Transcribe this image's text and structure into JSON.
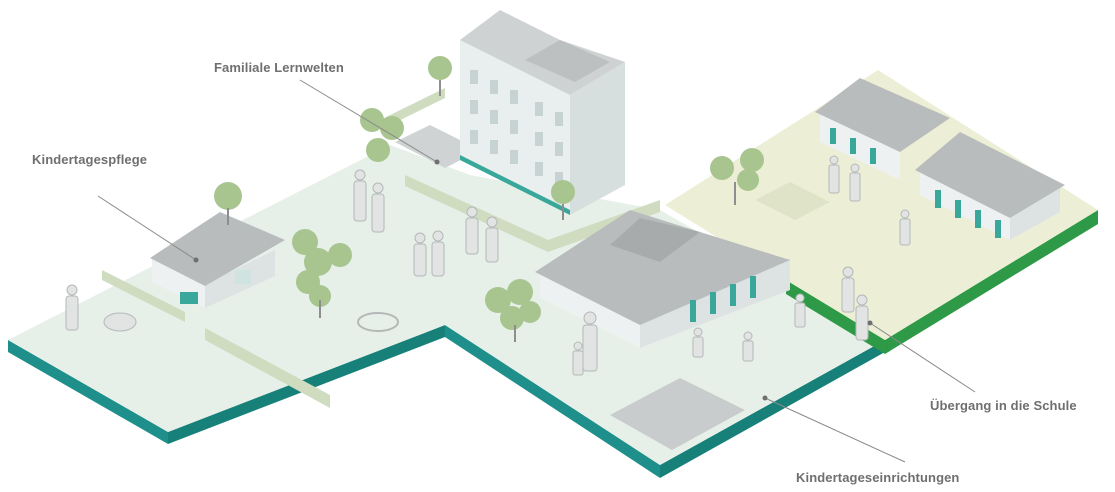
{
  "labels": {
    "familiale_lernwelten": "Familiale Lernwelten",
    "kindertagespflege": "Kindertagespflege",
    "uebergang_schule": "Übergang in die Schule",
    "kindertageseinrichtungen": "Kindertageseinrichtungen"
  },
  "colors": {
    "ground_top": "#e6f0e8",
    "ground_teal": "#1e8f8a",
    "school_ground": "#ecefd5",
    "school_edge_green": "#2e9a47",
    "building": "#f2f3f3",
    "roof": "#b9bcbd",
    "tree": "#a8c58f",
    "label_text": "#6f6f6f",
    "leader_line": "#8a8a8a"
  }
}
